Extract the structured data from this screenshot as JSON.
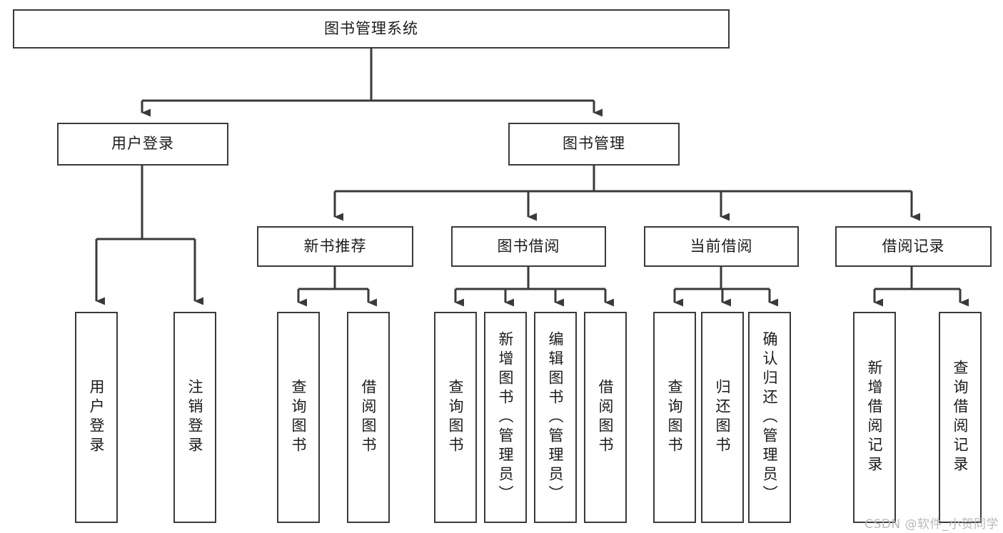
{
  "diagram": {
    "title": "图书管理系统",
    "type": "tree-hierarchy-diagram",
    "colors": {
      "stroke": "#3a3a3a",
      "fill": "#ffffff",
      "text": "#1b1b1b",
      "watermark": "#b9b9b9"
    },
    "root": {
      "label": "图书管理系统"
    },
    "level2": [
      {
        "label": "用户登录"
      },
      {
        "label": "图书管理"
      }
    ],
    "level3": [
      {
        "label": "新书推荐"
      },
      {
        "label": "图书借阅"
      },
      {
        "label": "当前借阅"
      },
      {
        "label": "借阅记录"
      }
    ],
    "leaves": {
      "user_login": [
        {
          "label": "用户登录"
        },
        {
          "label": "注销登录"
        }
      ],
      "new_book_recommend": [
        {
          "label": "查询图书"
        },
        {
          "label": "借阅图书"
        }
      ],
      "book_borrow": [
        {
          "label": "查询图书"
        },
        {
          "label": "新增图书（管理员）"
        },
        {
          "label": "编辑图书（管理员）"
        },
        {
          "label": "借阅图书"
        }
      ],
      "current_borrow": [
        {
          "label": "查询图书"
        },
        {
          "label": "归还图书"
        },
        {
          "label": "确认归还（管理员）"
        }
      ],
      "borrow_record": [
        {
          "label": "新增借阅记录"
        },
        {
          "label": "查询借阅记录"
        }
      ]
    },
    "watermark": "CSDN @软件_小贺同学"
  }
}
